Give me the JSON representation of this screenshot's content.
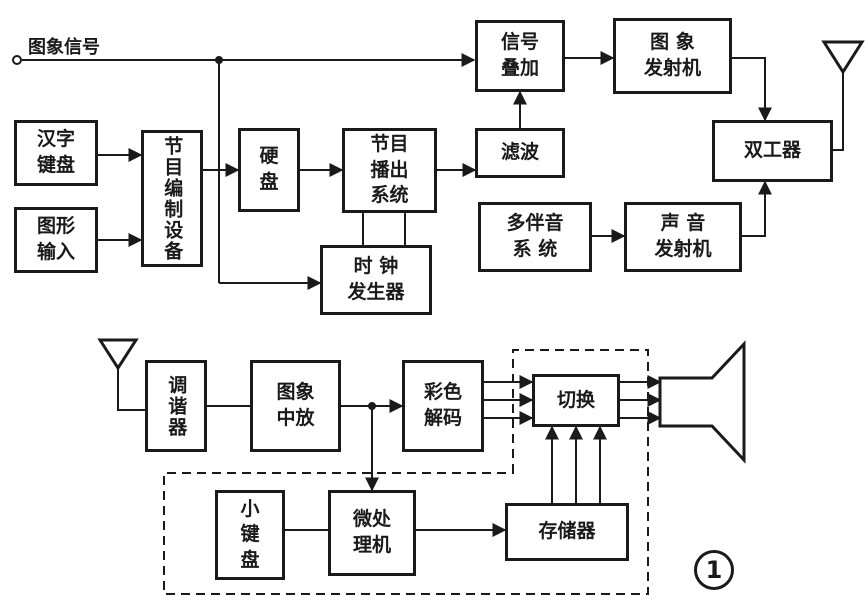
{
  "diagram": {
    "input_label": "图象信号",
    "figure_number": "1",
    "blocks": {
      "hanzi_keyboard": "汉字\n键盘",
      "graphics_input": "图形\n输入",
      "program_editor": "节目编制设备",
      "hard_disk": "硬\n盘",
      "program_playout": "节目\n播出\n系统",
      "clock_generator": "时 钟\n发生器",
      "signal_adder": "信号\n叠加",
      "filter": "滤波",
      "image_transmitter": "图 象\n发射机",
      "diplexer": "双工器",
      "multichannel_sound": "多伴音\n系 统",
      "sound_transmitter": "声 音\n发射机",
      "tuner": "调谐器",
      "image_if": "图象\n中放",
      "color_decoder": "彩色\n解码",
      "switch": "切换",
      "small_keyboard": "小\n键\n盘",
      "microprocessor": "微处\n理机",
      "memory": "存储器"
    }
  }
}
